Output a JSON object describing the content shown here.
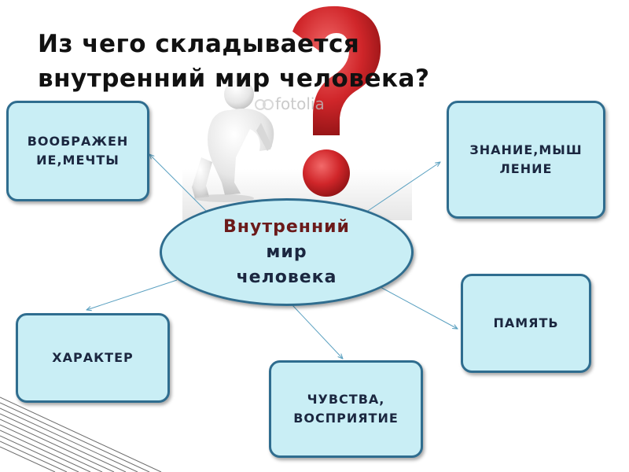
{
  "title": {
    "line1": "Из чего складывается",
    "line2": "внутренний мир человека?"
  },
  "watermark": "fotolia",
  "center": {
    "line1": "Внутренний",
    "line2": "мир",
    "line3": "человека"
  },
  "boxes": {
    "imagination": {
      "line1": "ВООБРАЖЕН",
      "line2": "ИЕ,МЕЧТЫ"
    },
    "knowledge": {
      "line1": "ЗНАНИЕ,МЫШ",
      "line2": "ЛЕНИЕ"
    },
    "character": {
      "line1": "ХАРАКТЕР"
    },
    "memory": {
      "line1": "ПАМЯТЬ"
    },
    "feelings": {
      "line1": "ЧУВСТВА,",
      "line2": "ВОСПРИЯТИЕ"
    }
  },
  "colors": {
    "box_fill": "#c9eef5",
    "box_border": "#2f6d8f",
    "center_title_color": "#6b1a1a",
    "question_mark": "#d0262a"
  },
  "icons": [
    "question-mark-icon",
    "thinking-person-figure"
  ]
}
